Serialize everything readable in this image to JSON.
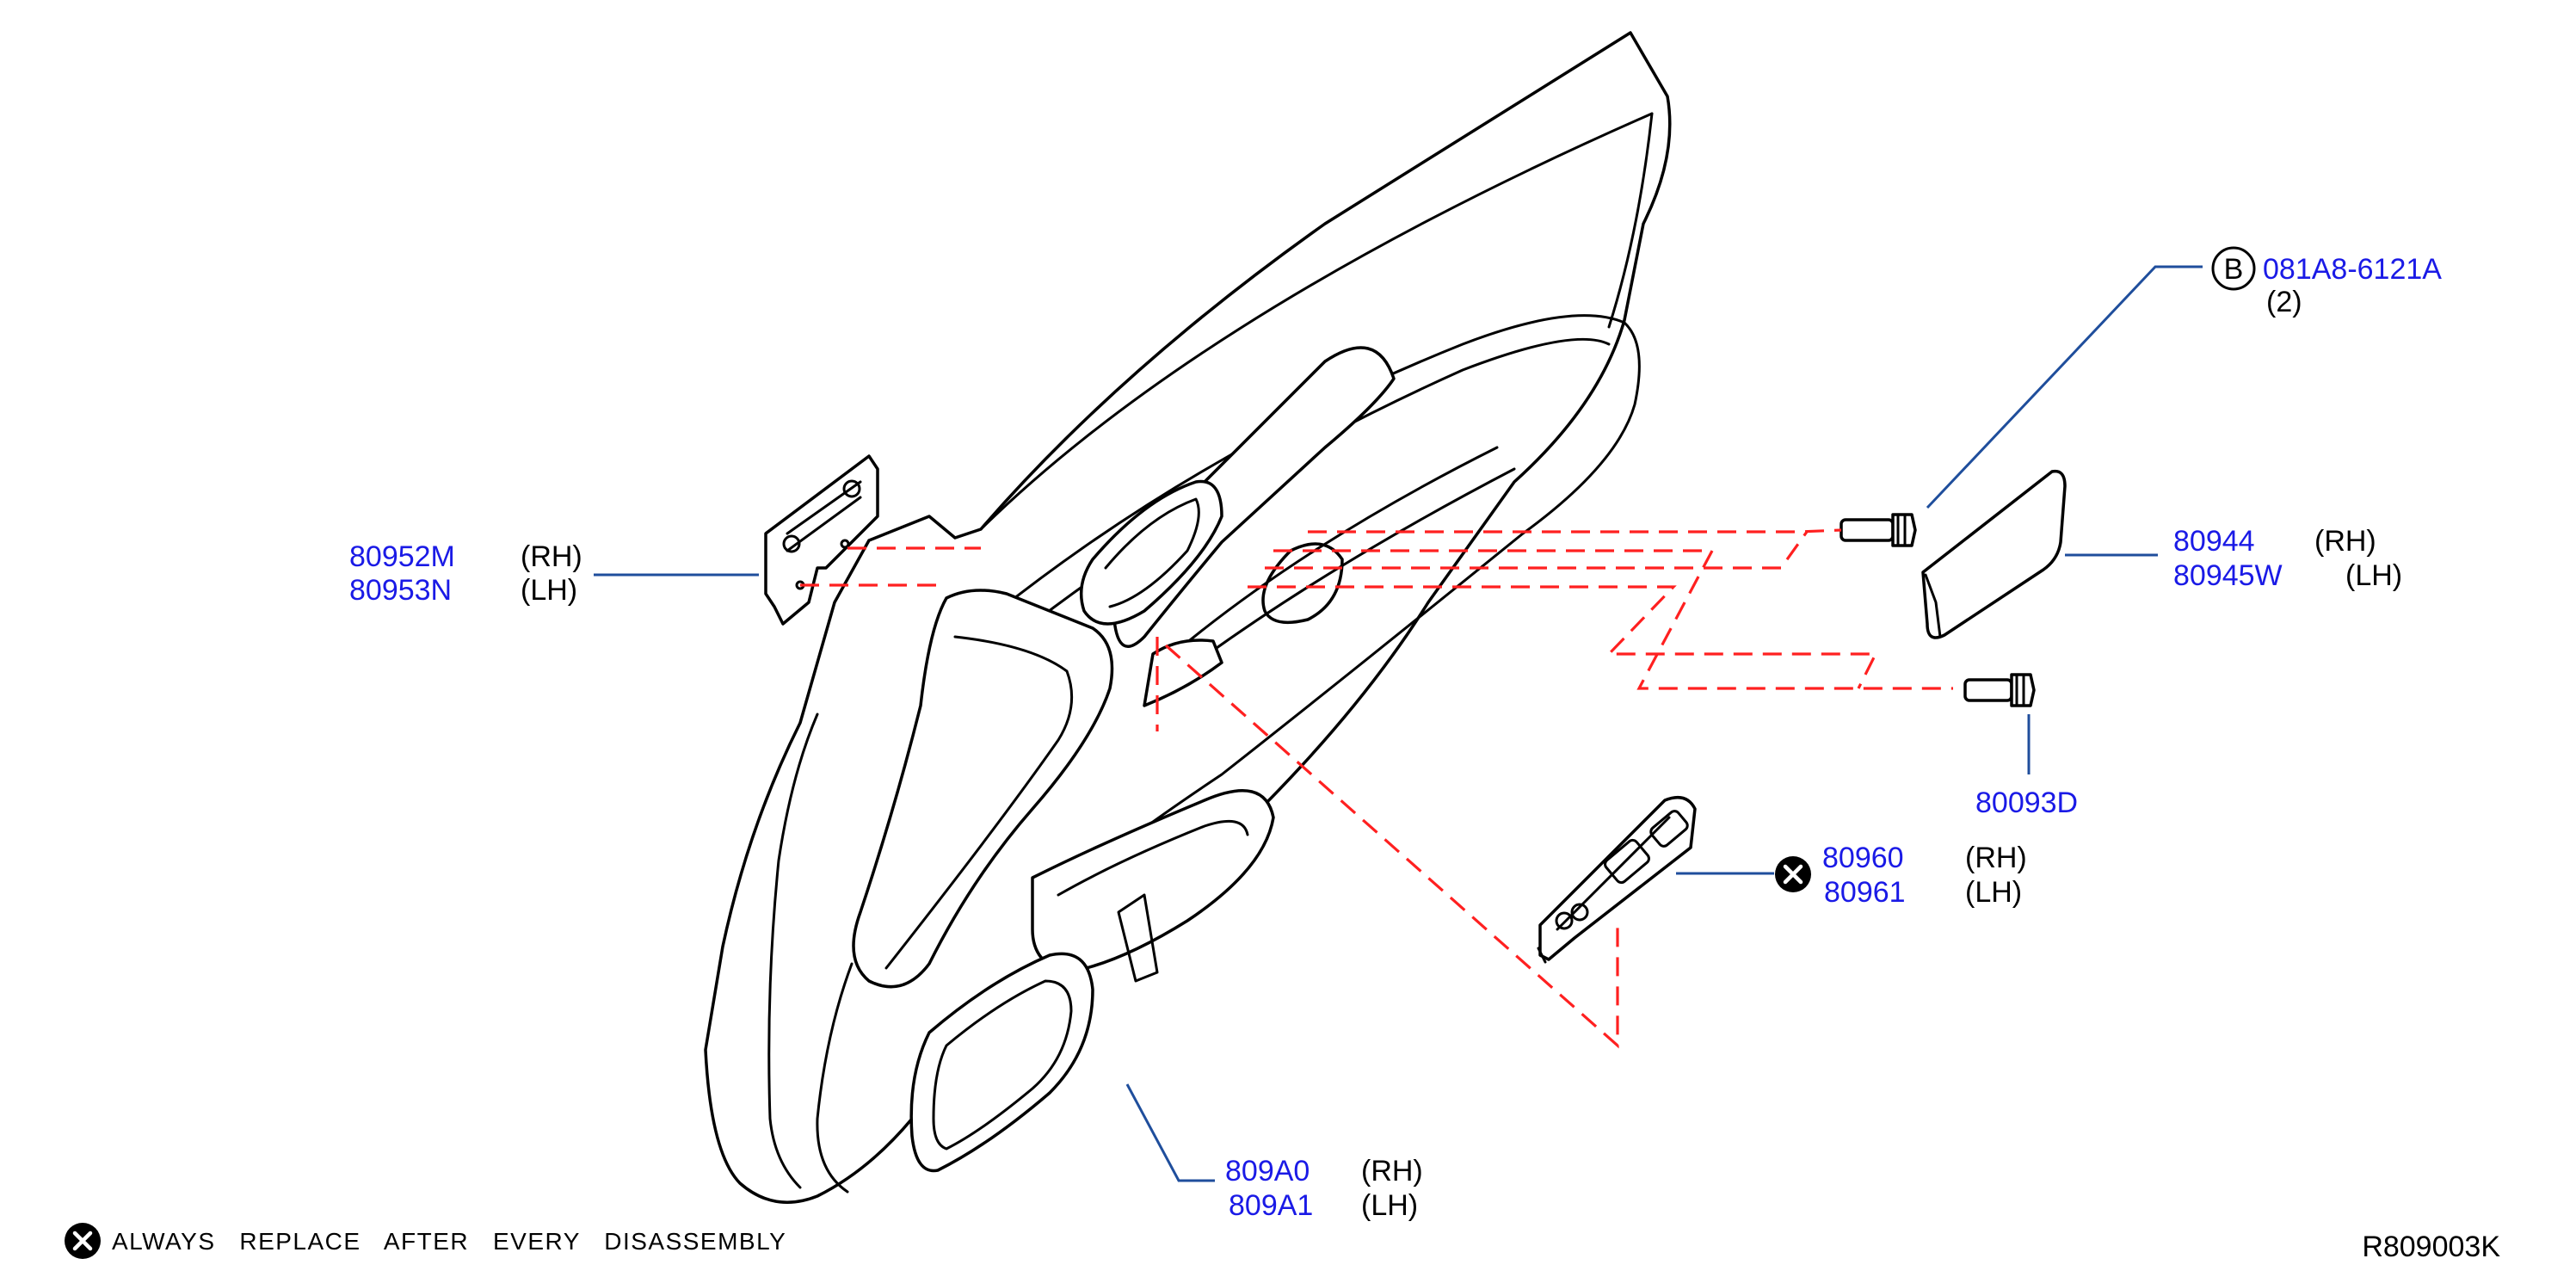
{
  "diagram": {
    "reference_code": "R809003K",
    "callout_b": {
      "symbol": "B",
      "part_number": "081A8-6121A",
      "quantity": "(2)"
    },
    "callouts": [
      {
        "id": "bracket",
        "lines": [
          {
            "part": "80952M",
            "side": "(RH)"
          },
          {
            "part": "80953N",
            "side": "(LH)"
          }
        ]
      },
      {
        "id": "pull-cover",
        "lines": [
          {
            "part": "80944",
            "side": "(RH)"
          },
          {
            "part": "80945W",
            "side": "(LH)"
          }
        ]
      },
      {
        "id": "clip",
        "lines": [
          {
            "part": "80093D",
            "side": ""
          }
        ]
      },
      {
        "id": "switch-finisher",
        "lines": [
          {
            "part": "80960",
            "side": "(RH)"
          },
          {
            "part": "80961",
            "side": "(LH)"
          }
        ]
      },
      {
        "id": "door-trim",
        "lines": [
          {
            "part": "809A0",
            "side": "(RH)"
          },
          {
            "part": "809A1",
            "side": "(LH)"
          }
        ]
      }
    ],
    "footnote": {
      "icon": "x-circle-icon",
      "text": "ALWAYS   REPLACE   AFTER   EVERY   DISASSEMBLY"
    },
    "colors": {
      "part_number": "#1a1ae6",
      "leader_line": "#1f4e9c",
      "assembly_dash": "#ff2020",
      "line_art": "#000000"
    }
  }
}
